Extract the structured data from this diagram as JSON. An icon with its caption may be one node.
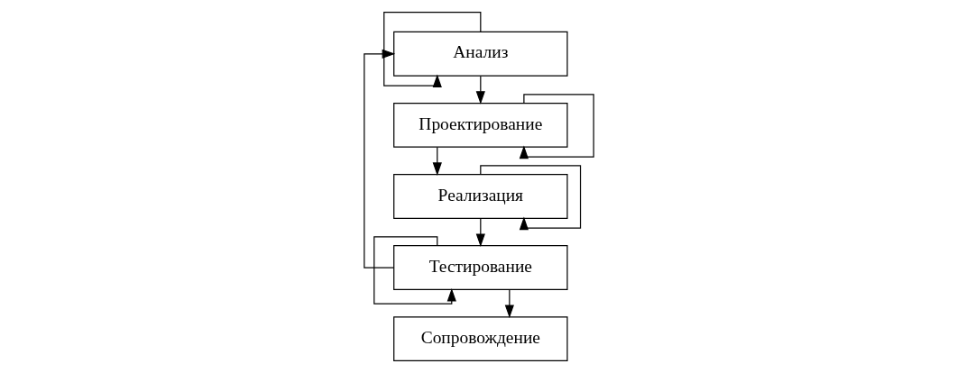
{
  "diagram": {
    "nodes": [
      {
        "text": [
          "Анализ"
        ]
      },
      {
        "text": [
          "Проектирование"
        ]
      },
      {
        "text": [
          "Реализация"
        ]
      },
      {
        "text": [
          "Тестирование"
        ]
      },
      {
        "text": [
          "Сопровождение"
        ]
      }
    ],
    "edges": [
      {
        "from": 0,
        "to": 0,
        "arrow": "to"
      },
      {
        "from": 0,
        "to": 1,
        "arrow": "to"
      },
      {
        "from": 1,
        "to": 1,
        "arrow": "to"
      },
      {
        "from": 1,
        "to": 2,
        "arrow": "to"
      },
      {
        "from": 2,
        "to": 2,
        "arrow": "to"
      },
      {
        "from": 2,
        "to": 3,
        "arrow": "to"
      },
      {
        "from": 3,
        "to": 3,
        "arrow": "to"
      },
      {
        "from": 3,
        "to": 4,
        "arrow": "to"
      },
      {
        "from": 3,
        "to": 0,
        "arrow": "to"
      }
    ]
  }
}
